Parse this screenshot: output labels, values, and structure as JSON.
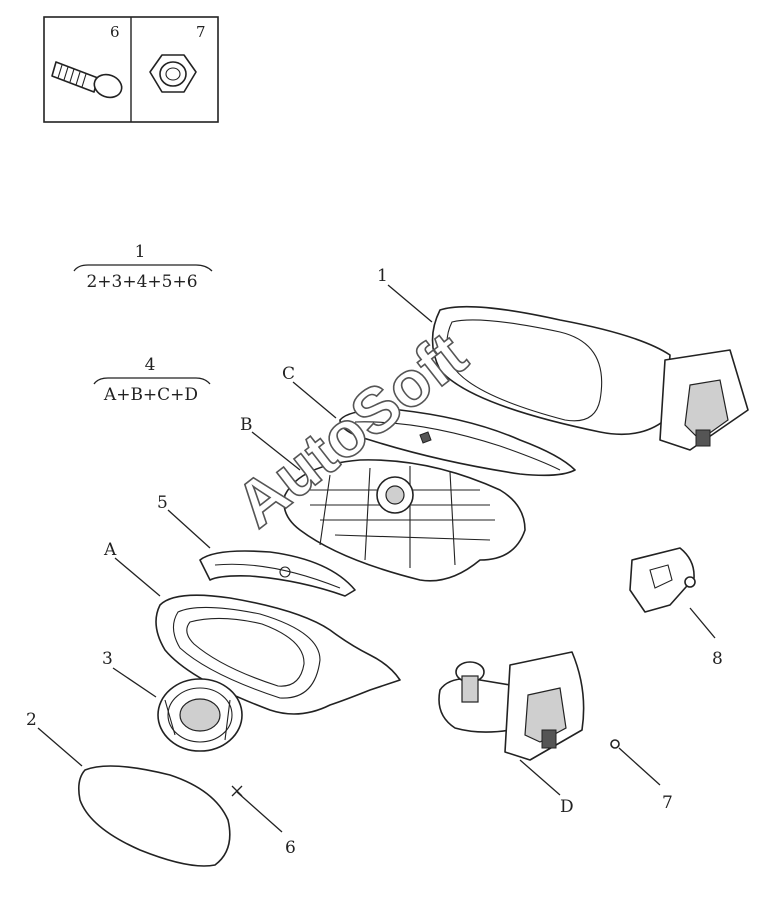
{
  "legend_box": {
    "cell_left": "6",
    "cell_right": "7"
  },
  "formulas": [
    {
      "top": "1",
      "bottom": "2+3+4+5+6"
    },
    {
      "top": "4",
      "bottom": "A+B+C+D"
    }
  ],
  "callouts": {
    "one": "1",
    "c": "C",
    "b": "B",
    "five": "5",
    "a": "A",
    "three": "3",
    "two": "2",
    "eight": "8",
    "d": "D",
    "seven": "7",
    "six": "6"
  },
  "watermark": "AutoSoft"
}
